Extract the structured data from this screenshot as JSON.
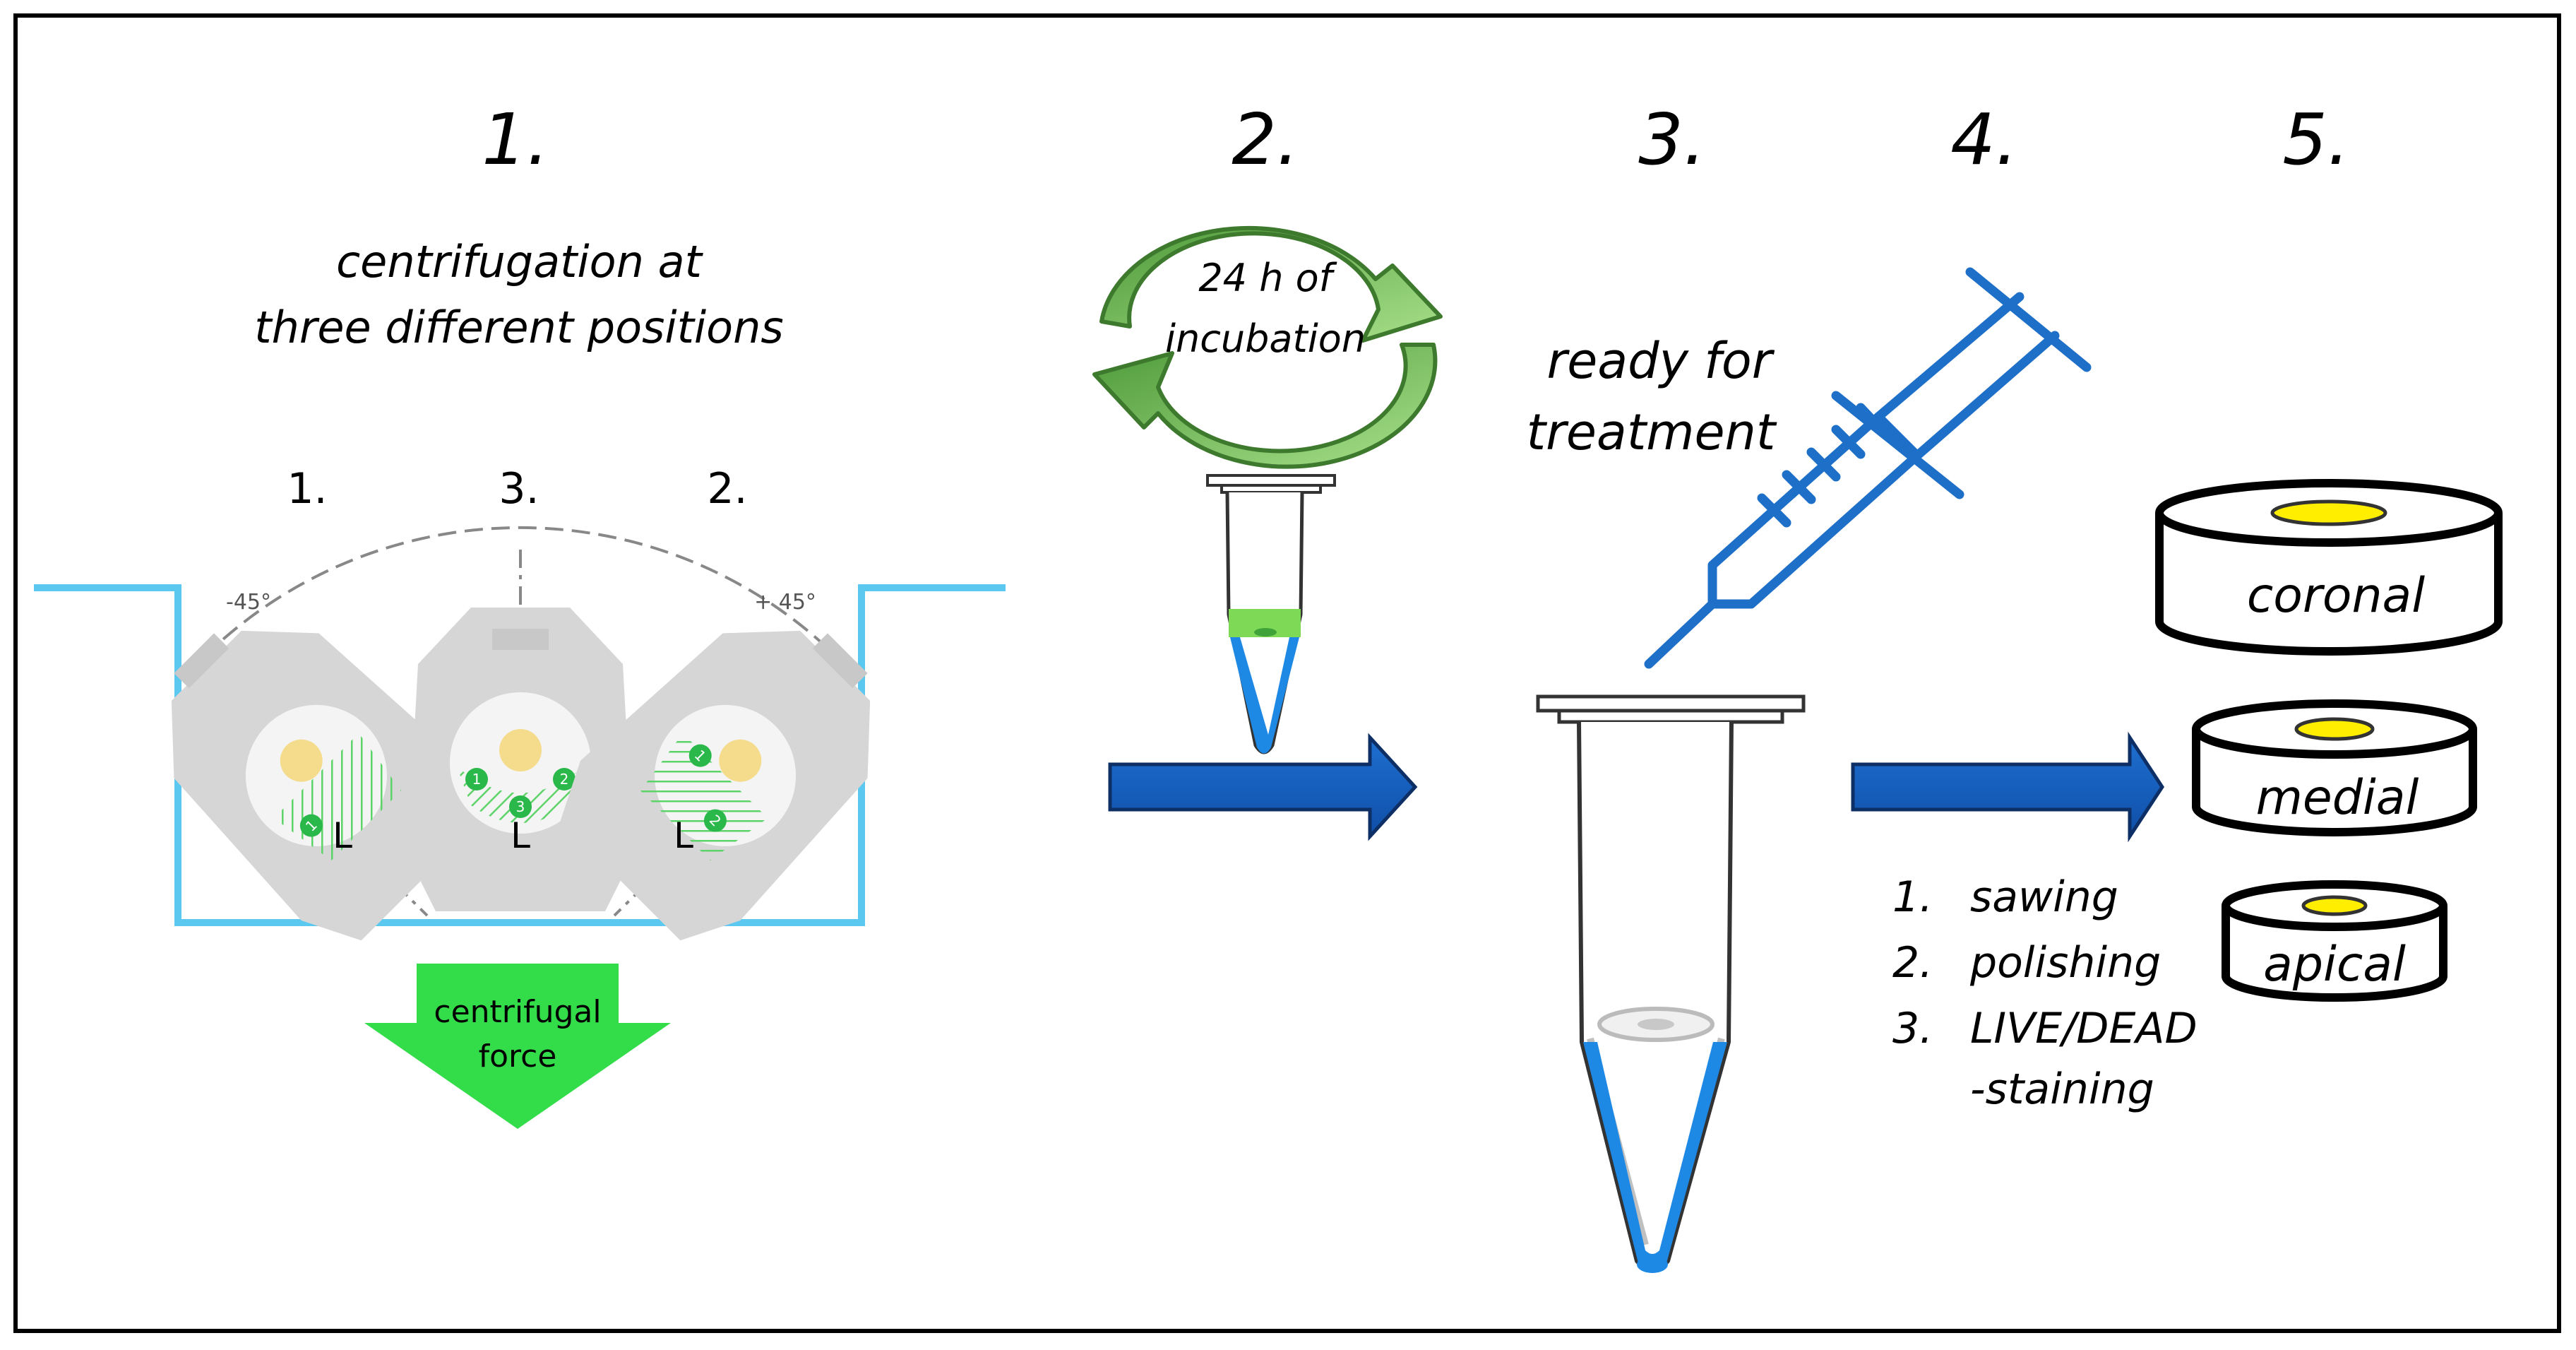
{
  "steps": {
    "s1": "1.",
    "s2": "2.",
    "s3": "3.",
    "s4": "4.",
    "s5": "5."
  },
  "step1": {
    "caption_line1": "centrifugation at",
    "caption_line2": "three different positions",
    "pos_left": "1.",
    "pos_middle": "3.",
    "pos_right": "2.",
    "angle_left": "-45°",
    "angle_right": "+ 45°",
    "force_line1": "centrifugal",
    "force_line2": "force",
    "markers": [
      "1",
      "2",
      "3"
    ],
    "corner_mark": "L"
  },
  "step2": {
    "cycle_line1": "24 h of",
    "cycle_line2": "incubation"
  },
  "step3": {
    "label_line1": "ready for",
    "label_line2": "treatment"
  },
  "step4": {
    "items": [
      {
        "num": "1.",
        "text": "sawing"
      },
      {
        "num": "2.",
        "text": "polishing"
      },
      {
        "num": "3.",
        "text": "LIVE/DEAD"
      }
    ],
    "continuation": "-staining"
  },
  "step5": {
    "sections": [
      "coronal",
      "medial",
      "apical"
    ]
  },
  "colors": {
    "frame": "#000000",
    "tank": "#5bc8f0",
    "force_arrow": "#33dd4a",
    "flow_arrow": "#1565c0",
    "flow_arrow_edge": "#0d2f66",
    "cycle_green": "#66b34a",
    "liquid_blue": "#1e88e5",
    "pellet_green": "#7ed957",
    "section_yellow": "#ffee00",
    "holder_gray": "#d6d6d6"
  }
}
